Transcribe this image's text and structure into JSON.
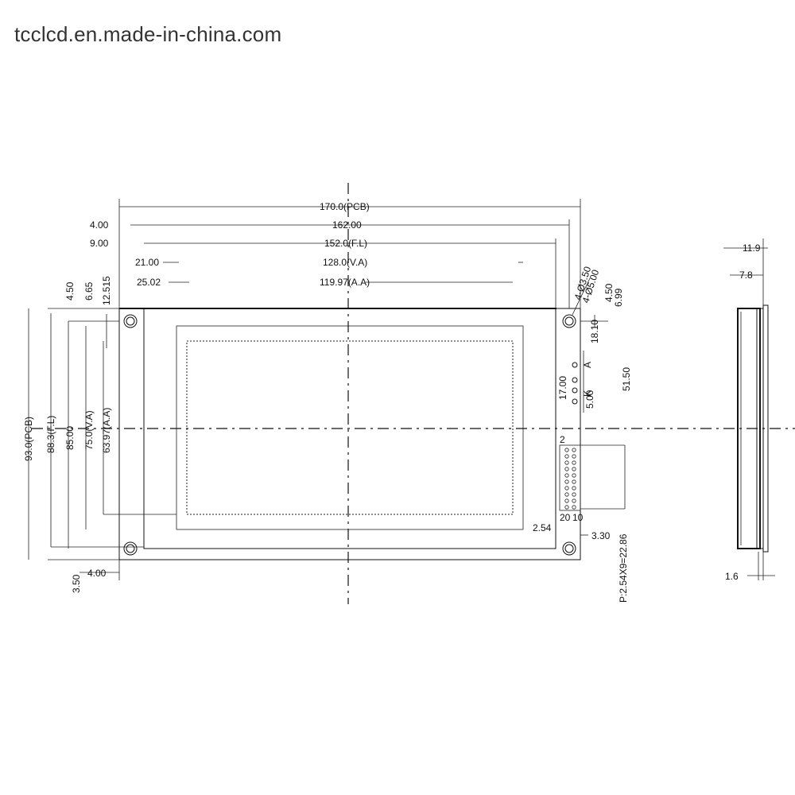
{
  "watermark": "tcclcd.en.made-in-china.com",
  "dims": {
    "pcb_width": "170.0(PCB)",
    "w_162": "162.00",
    "w_4": "4.00",
    "w_fl": "152.0(F.L)",
    "w_9": "9.00",
    "w_va": "128.0(V.A)",
    "w_21": "21.00",
    "w_aa": "119.97(A.A)",
    "w_25": "25.02",
    "hole_d1": "4-Ø3.50",
    "hole_d2": "4-Ø5.00",
    "r_450": "4.50",
    "r_699": "6.99",
    "r_1810": "18.10",
    "r_5150": "51.50",
    "r_1700": "17.00",
    "r_500": "5.00",
    "pin_a": "A",
    "pin_k": "K",
    "pin_2": "2",
    "pin_20": "20",
    "pin_10": "10",
    "pitch_254": "2.54",
    "r_330": "3.30",
    "pitch_total": "P:2.54X9=22.86",
    "l_pcb": "93.0(PCB)",
    "l_fl": "88.3(F.L)",
    "l_85": "85.00",
    "l_va": "75.0(V.A)",
    "l_aa": "63.97(A.A)",
    "t_450": "4.50",
    "t_665": "6.65",
    "t_12515": "12.515",
    "b_350": "3.50",
    "b_400": "4.00",
    "s_119": "11.9",
    "s_78": "7.8",
    "s_16": "1.6"
  }
}
